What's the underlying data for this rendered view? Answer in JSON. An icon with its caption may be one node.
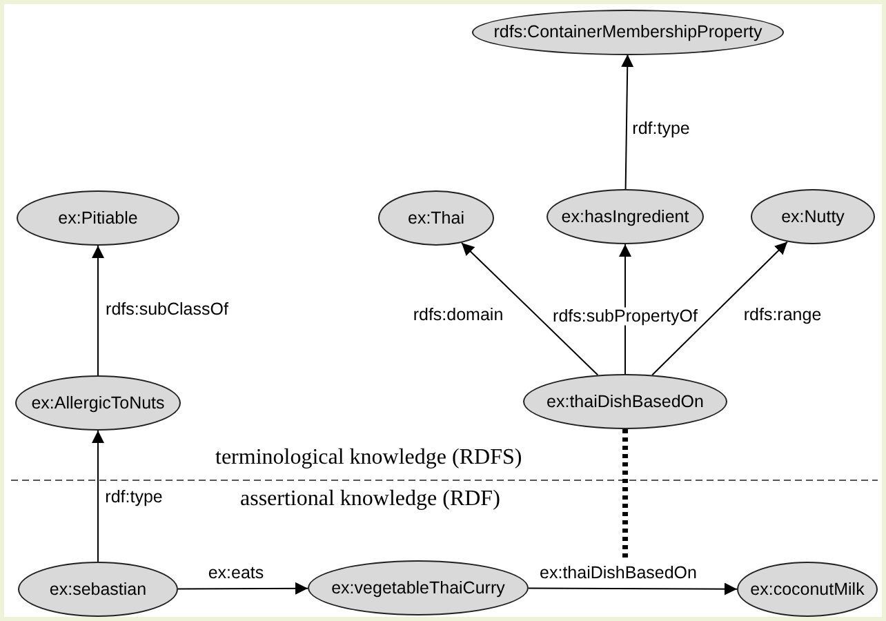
{
  "diagram": {
    "nodes": [
      {
        "text": [
          "rdfs:ContainerMembershipProperty"
        ]
      },
      {
        "text": [
          "ex:Pitiable"
        ]
      },
      {
        "text": [
          "ex:Thai"
        ]
      },
      {
        "text": [
          "ex:hasIngredient"
        ]
      },
      {
        "text": [
          "ex:Nutty"
        ]
      },
      {
        "text": [
          "ex:AllergicToNuts"
        ]
      },
      {
        "text": [
          "ex:thaiDishBasedOn"
        ]
      },
      {
        "text": [
          "ex:sebastian"
        ]
      },
      {
        "text": [
          "ex:vegetableThaiCurry"
        ]
      },
      {
        "text": [
          "ex:coconutMilk"
        ]
      }
    ],
    "edges": [
      {
        "from": 3,
        "to": 0,
        "arrow": "to",
        "label": "rdf:type"
      },
      {
        "from": 5,
        "to": 1,
        "arrow": "to",
        "label": "rdfs:subClassOf"
      },
      {
        "from": 6,
        "to": 2,
        "arrow": "to",
        "label": "rdfs:domain"
      },
      {
        "from": 6,
        "to": 3,
        "arrow": "to",
        "label": "rdfs:subPropertyOf"
      },
      {
        "from": 6,
        "to": 4,
        "arrow": "to",
        "label": "rdfs:range"
      },
      {
        "from": 7,
        "to": 5,
        "arrow": "to",
        "label": "rdf:type"
      },
      {
        "from": 7,
        "to": 8,
        "arrow": "to",
        "label": "ex:eats"
      },
      {
        "from": 8,
        "to": 9,
        "arrow": "to",
        "label": "ex:thaiDishBasedOn"
      },
      {
        "from": 6,
        "to": null,
        "arrow": "none",
        "style": "dashed"
      }
    ],
    "labels": [
      "terminological knowledge (RDFS)",
      "assertional knowledge (RDF)"
    ]
  }
}
